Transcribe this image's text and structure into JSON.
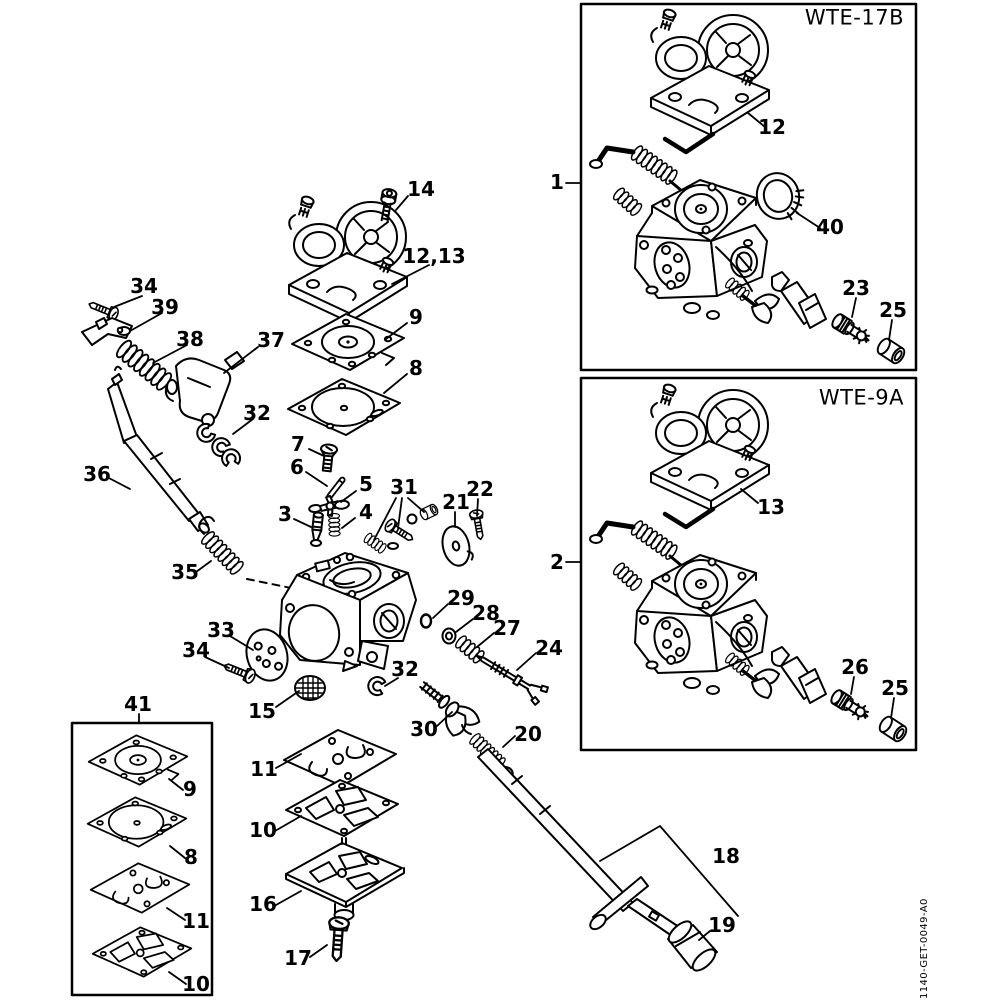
{
  "page": {
    "footer_code": "1140-GET-0049-A0"
  },
  "panel_wte17b": {
    "title": "WTE-17B",
    "external_callout": "1",
    "callouts": {
      "flange": "12",
      "sleeve": "40",
      "adjustment_screw": "23",
      "plug": "25"
    }
  },
  "panel_wte9a": {
    "title": "WTE-9A",
    "external_callout": "2",
    "callouts": {
      "flange": "13",
      "adjustment_screw": "26",
      "plug": "25"
    }
  },
  "gasket_kit": {
    "callout": "41",
    "callouts": {
      "diaphragm_metering": "9",
      "gasket_metering": "8",
      "pump_diaphragm": "11",
      "pump_gasket": "10"
    }
  },
  "main": {
    "callouts": {
      "screw_collar": "14",
      "flange": "12,13",
      "diaphragm_metering": "9",
      "gasket_metering": "8",
      "lever_screw": "34",
      "throttle_lever": "39",
      "throttle_spring": "38",
      "choke_lever": "37",
      "clips": "32",
      "choke_rod": "36",
      "rod_spring": "35",
      "cover_screw": "7",
      "lever_pin": "6",
      "metering_lever": "5",
      "inlet_needle": "3",
      "metering_spring": "4",
      "repair_kit": "31",
      "throttle_shutter": "21",
      "shutter_screw": "22",
      "o_ring": "29",
      "washer": "28",
      "adj_spring": "27",
      "adj_shaft": "24",
      "choke_shutter": "33",
      "choke_screw": "34",
      "inlet_screen": "15",
      "clip": "32",
      "wing_screw": "30",
      "return_spring": "20",
      "lever_rod": "18",
      "rod_cap": "19",
      "pump_diaphragm": "11",
      "pump_gasket": "10",
      "pump_cover": "16",
      "pump_screw": "17"
    }
  }
}
